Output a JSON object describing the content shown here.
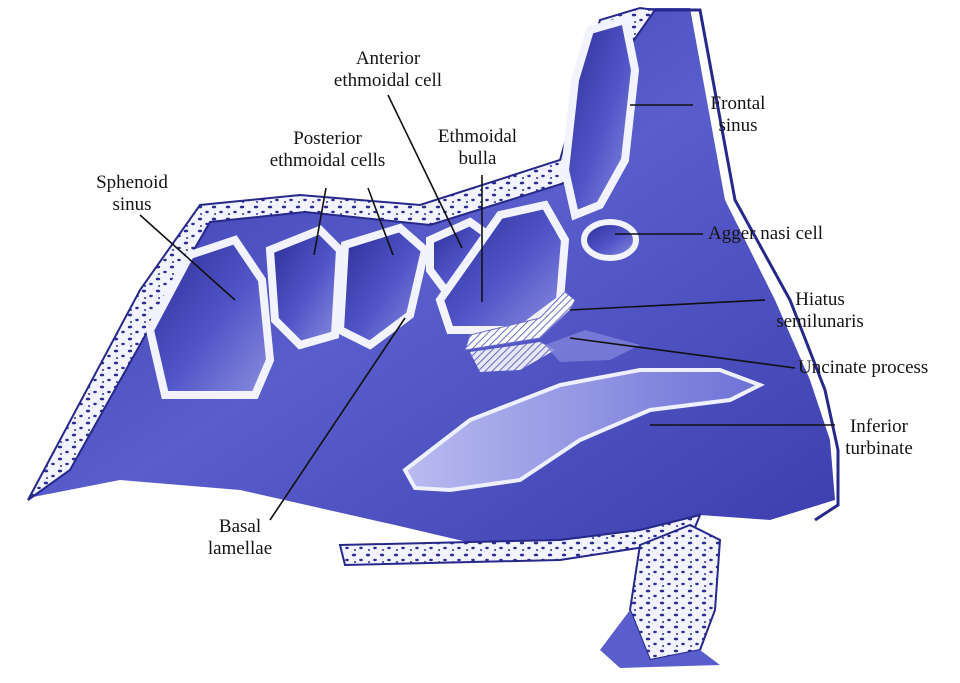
{
  "labels": {
    "anterior_ethmoidal_cell": [
      "Anterior",
      "ethmoidal cell"
    ],
    "posterior_ethmoidal_cells": [
      "Posterior",
      "ethmoidal cells"
    ],
    "ethmoidal_bulla": [
      "Ethmoidal",
      "bulla"
    ],
    "sphenoid_sinus": [
      "Sphenoid",
      "sinus"
    ],
    "frontal_sinus": [
      "Frontal",
      "sinus"
    ],
    "agger_nasi_cell": "Agger nasi cell",
    "hiatus_semilunaris": [
      "Hiatus",
      "semilunaris"
    ],
    "uncinate_process": "Uncinate process",
    "inferior_turbinate": [
      "Inferior",
      "turbinate"
    ],
    "basal_lamellae": [
      "Basal",
      "lamellae"
    ]
  },
  "colors": {
    "tissue": "#4446b8",
    "tissue_dark": "#26288a",
    "tissue_light": "#8f92e0",
    "bone": "#eef0ff",
    "leader_line": "#111111"
  }
}
